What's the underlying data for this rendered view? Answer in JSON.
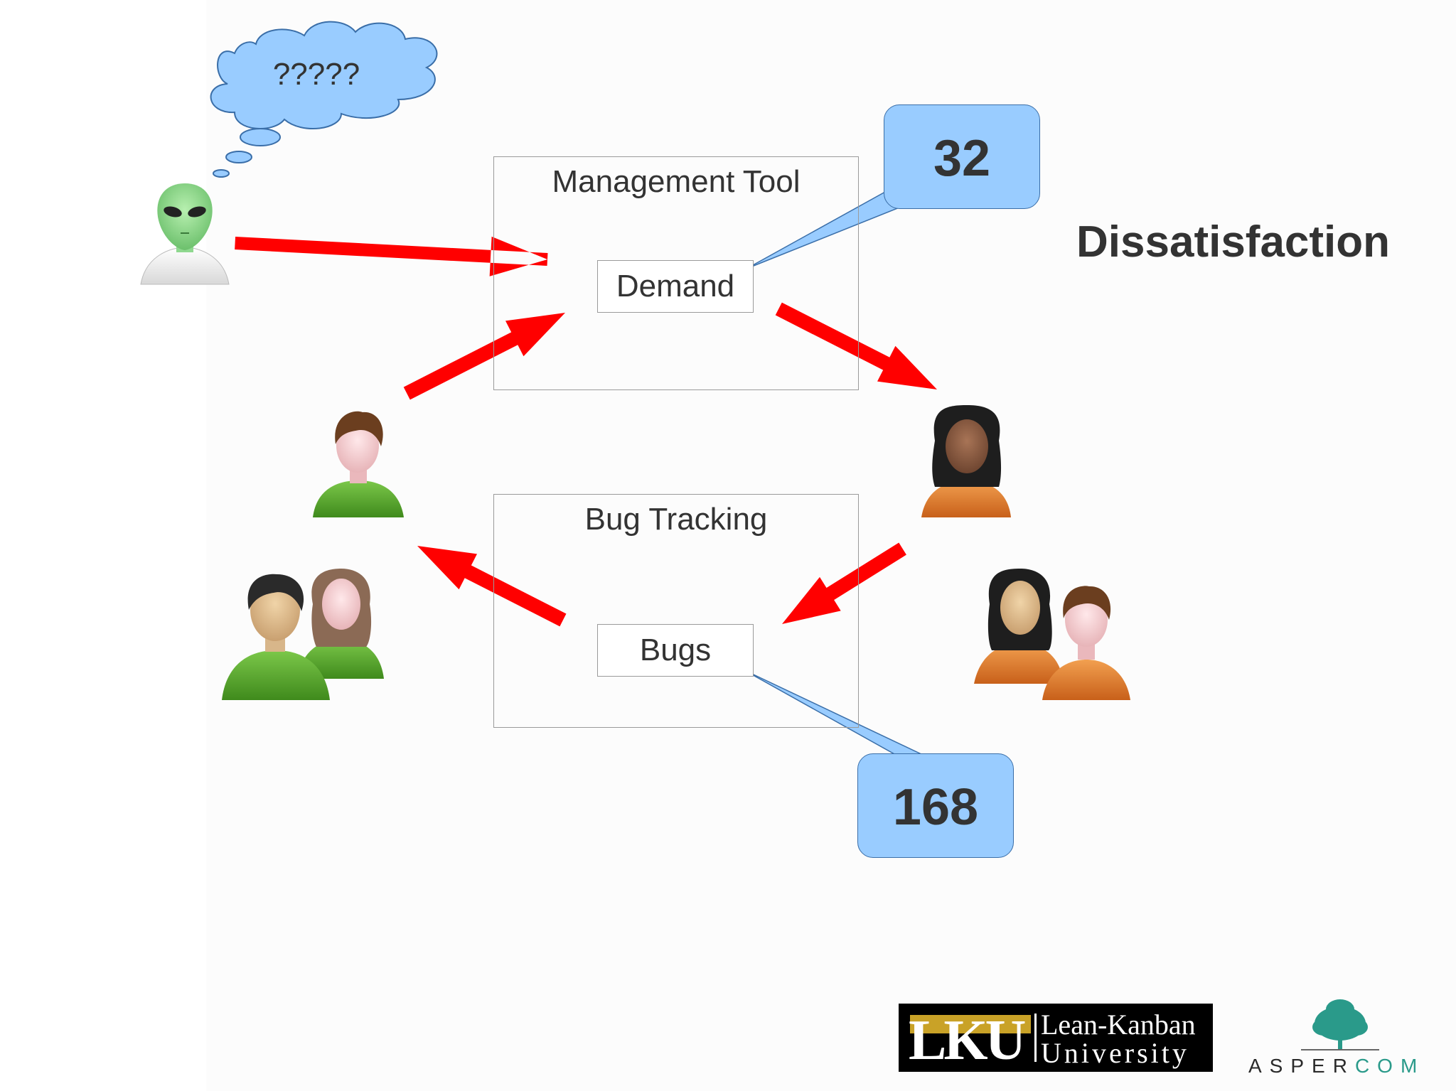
{
  "thought_bubble": {
    "text": "?????"
  },
  "management_tool": {
    "title": "Management Tool",
    "item": "Demand",
    "count": "32"
  },
  "bug_tracking": {
    "title": "Bug Tracking",
    "item": "Bugs",
    "count": "168"
  },
  "headline": "Dissatisfaction",
  "logos": {
    "lku": {
      "letters": "LKU",
      "line1": "Lean-Kanban",
      "line2": "University"
    },
    "aspercom": {
      "part1": "ASPER",
      "part2": "COM"
    }
  },
  "colors": {
    "arrow": "#ff0000",
    "callout_fill": "#99ccff",
    "thought_fill": "#99ccff",
    "box_border": "#9a9a9a",
    "text": "#333333",
    "shirt_green": "#5aaa2a",
    "shirt_orange": "#e07b2a",
    "alien_green": "#8fd88f",
    "lku_gold": "#c9a227",
    "aspercom_teal": "#2a9a8a"
  },
  "icons": [
    "alien-user-icon",
    "customer-icon",
    "customer-group-icon",
    "developer-icon",
    "developer-group-icon",
    "thought-bubble",
    "lku-logo",
    "aspercom-logo"
  ]
}
